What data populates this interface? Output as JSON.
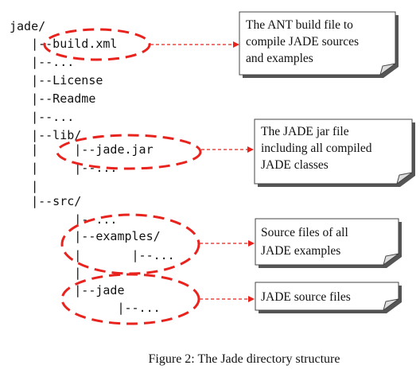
{
  "tree": {
    "lines": [
      "jade/",
      "   |--build.xml",
      "   |--...",
      "   |--License",
      "   |--Readme",
      "   |--...",
      "   |--lib/",
      "   |     |--jade.jar",
      "   |     |--...",
      "   |",
      "   |--src/",
      "         |--...",
      "         |--examples/",
      "         |       |--...",
      "         |",
      "         |--jade",
      "               |--..."
    ]
  },
  "notes": [
    {
      "lines": [
        "The ANT build file to",
        "compile JADE sources",
        "and examples"
      ]
    },
    {
      "lines": [
        "The JADE jar file",
        "including all compiled",
        "JADE classes"
      ]
    },
    {
      "lines": [
        "Source files of all",
        "JADE examples"
      ]
    },
    {
      "lines": [
        "JADE source files"
      ]
    }
  ],
  "caption": "Figure 2: The Jade directory structure",
  "colors": {
    "highlight": "#e8231e",
    "text": "#111111",
    "note_border": "#444444"
  }
}
